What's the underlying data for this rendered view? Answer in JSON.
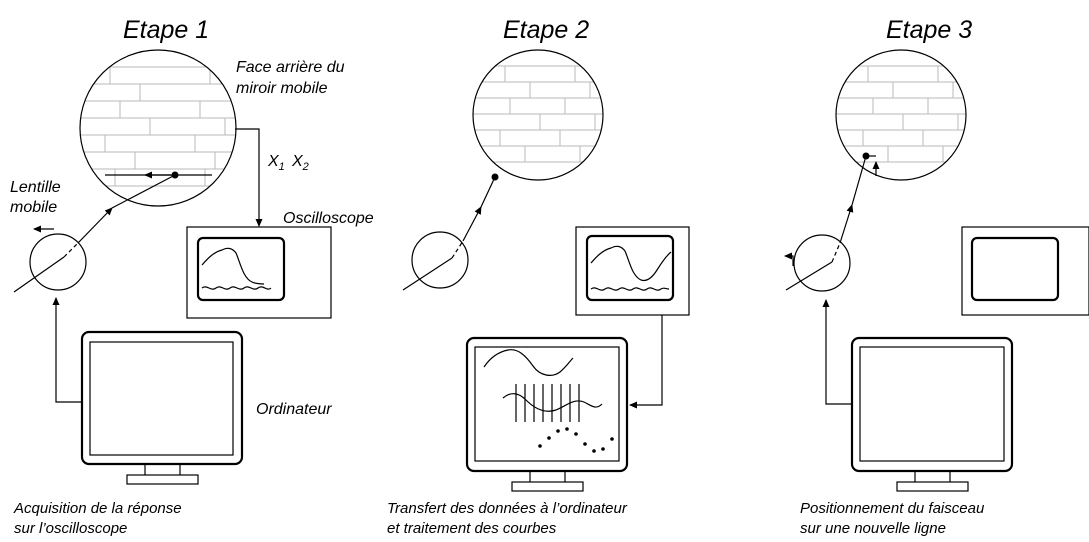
{
  "steps": [
    {
      "title": "Etape 1",
      "caption_line1": "Acquisition de la réponse",
      "caption_line2": "sur l’oscilloscope"
    },
    {
      "title": "Etape 2",
      "caption_line1": "Transfert des données à l’ordinateur",
      "caption_line2": "et traitement des courbes"
    },
    {
      "title": "Etape 3",
      "caption_line1": "Positionnement du faisceau",
      "caption_line2": "sur une nouvelle ligne"
    }
  ],
  "labels": {
    "mirror_line1": "Face arrière du",
    "mirror_line2": "miroir mobile",
    "lens_line1": "Lentille",
    "lens_line2": "mobile",
    "signal_x1": "X",
    "signal_x1_sub": "1",
    "signal_x2": "X",
    "signal_x2_sub": "2",
    "oscilloscope": "Oscilloscope",
    "computer": "Ordinateur"
  }
}
